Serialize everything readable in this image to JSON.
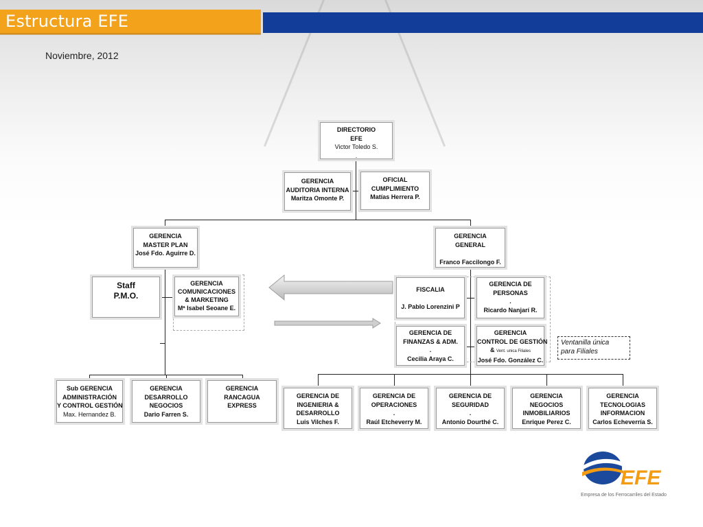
{
  "header": {
    "title": "Estructura EFE",
    "date": "Noviembre, 2012"
  },
  "colors": {
    "title_bar": "#f3a21c",
    "blue_bar": "#123d99",
    "logo_blue": "#1b4a9c",
    "logo_orange": "#f39c12"
  },
  "org": {
    "directorio": {
      "lines": [
        "DIRECTORIO",
        "EFE",
        "Victor Toledo S.",
        "."
      ]
    },
    "auditoria": {
      "lines": [
        "GERENCIA",
        "AUDITORIA INTERNA",
        "Maritza Omonte P."
      ]
    },
    "oficial": {
      "lines": [
        "OFICIAL",
        "CUMPLIMIENTO",
        "Matías Herrera P."
      ]
    },
    "master_plan": {
      "lines": [
        "GERENCIA",
        "MASTER PLAN",
        "José Fdo. Aguirre D."
      ]
    },
    "general": {
      "lines": [
        "GERENCIA",
        "GENERAL",
        "",
        "Franco Faccilongo F."
      ]
    },
    "staff": {
      "lines": [
        "Staff",
        "P.M.O."
      ]
    },
    "comunicaciones": {
      "lines": [
        "GERENCIA",
        "COMUNICACIONES",
        "& MARKETING",
        "Mª Isabel Seoane E."
      ]
    },
    "fiscalia": {
      "lines": [
        "FISCALIA",
        "",
        "J. Pablo Lorenzini P"
      ]
    },
    "personas": {
      "lines": [
        "GERENCIA DE",
        "PERSONAS",
        ".",
        "Ricardo Nanjarí R."
      ]
    },
    "finanzas": {
      "lines": [
        "GERENCIA DE",
        "FINANZAS & ADM.",
        ".",
        "Cecilia Araya C."
      ]
    },
    "control": {
      "lines": [
        "GERENCIA",
        "CONTROL DE GESTIÓN",
        "&",
        "Vent. unica Filiales",
        "José Fdo. González C."
      ]
    },
    "sub_admin": {
      "lines": [
        "Sub GERENCIA",
        "ADMINISTRACIÓN",
        "Y CONTROL GESTIÓN",
        "Max. Hernandez B."
      ]
    },
    "desarrollo": {
      "lines": [
        "GERENCIA",
        "DESARROLLO",
        "NEGOCIOS",
        "Dario Farren S."
      ]
    },
    "rancagua": {
      "lines": [
        "GERENCIA",
        "RANCAGUA",
        "EXPRESS"
      ]
    },
    "ingenieria": {
      "lines": [
        "GERENCIA DE",
        "INGENIERIA &",
        "DESARROLLO",
        "Luis Vilches F."
      ]
    },
    "operaciones": {
      "lines": [
        "GERENCIA DE",
        "OPERACIONES",
        ".",
        "Raúl Etcheverry M."
      ]
    },
    "seguridad": {
      "lines": [
        "GERENCIA DE",
        "SEGURIDAD",
        ".",
        "Antonio Dourthé C."
      ]
    },
    "inmobiliarios": {
      "lines": [
        "GERENCIA",
        "NEGOCIOS",
        "INMOBILIARIOS",
        "Enrique Perez C."
      ]
    },
    "tecnologias": {
      "lines": [
        "GERENCIA",
        "TECNOLOGIAS",
        "INFORMACION",
        "Carlos Echeverría S."
      ]
    }
  },
  "note": {
    "lines": [
      "Ventanilla única",
      "para Filiales"
    ]
  },
  "logo": {
    "wordmark": "EFE",
    "subtitle": "Empresa de los Ferrocarriles del Estado"
  }
}
